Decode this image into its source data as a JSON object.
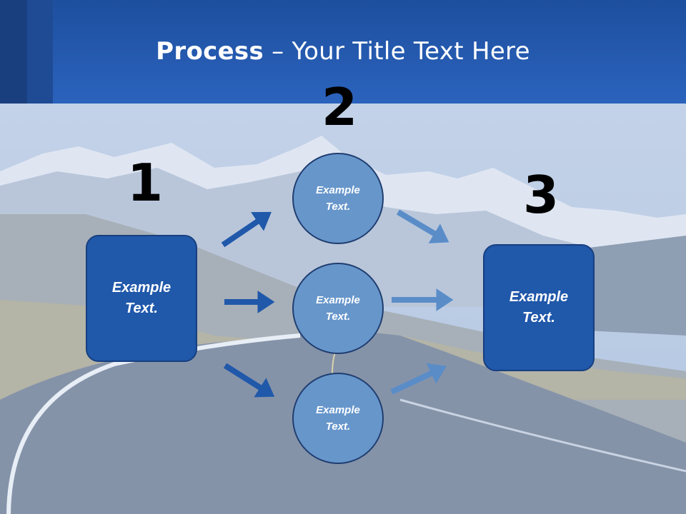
{
  "slide": {
    "title_bold": "Process",
    "title_rest": " – Your Title Text Here"
  },
  "steps": {
    "step1_number": "1",
    "step2_number": "2",
    "step3_number": "3"
  },
  "nodes": {
    "left_box": "Example\nText.",
    "circle_top": "Example\nText.",
    "circle_middle": "Example\nText.",
    "circle_bottom": "Example\nText.",
    "right_box": "Example\nText."
  },
  "colors": {
    "header": "#2b63bd",
    "box_fill": "#2058aa",
    "circle_fill": "#6796cb",
    "arrow_dark": "#2058aa",
    "arrow_light": "#5a8dc8"
  }
}
